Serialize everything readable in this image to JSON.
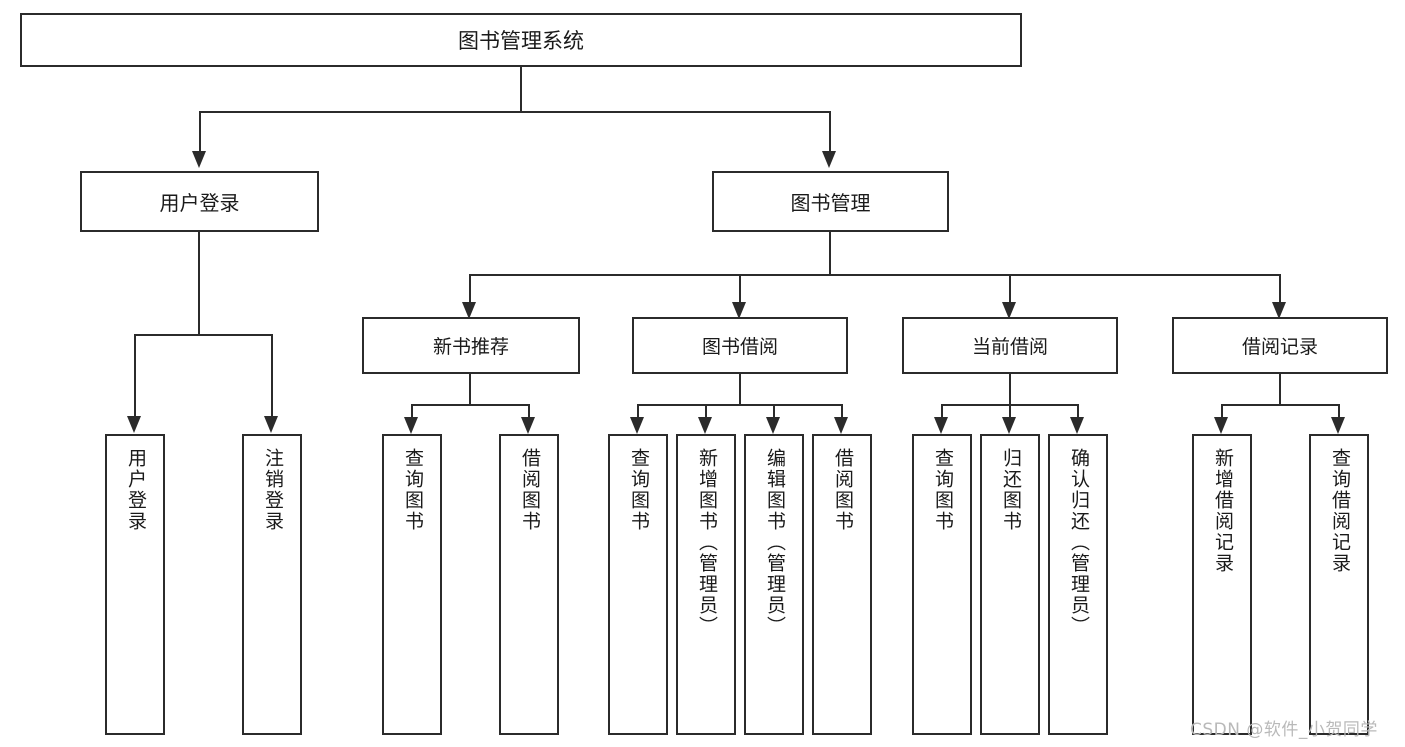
{
  "diagram": {
    "title_node": {
      "label": "图书管理系统"
    },
    "level2": [
      {
        "key": "user_login",
        "label": "用户登录"
      },
      {
        "key": "book_manage",
        "label": "图书管理"
      }
    ],
    "level3": [
      {
        "key": "new_book_rec",
        "label": "新书推荐"
      },
      {
        "key": "book_borrow",
        "label": "图书借阅"
      },
      {
        "key": "current_borrow",
        "label": "当前借阅"
      },
      {
        "key": "borrow_record",
        "label": "借阅记录"
      }
    ],
    "leaves": {
      "user_login": [
        {
          "label": "用户登录"
        },
        {
          "label": "注销登录"
        }
      ],
      "new_book_rec": [
        {
          "label": "查询图书"
        },
        {
          "label": "借阅图书"
        }
      ],
      "book_borrow": [
        {
          "label": "查询图书"
        },
        {
          "label": "新增图书（管理员）"
        },
        {
          "label": "编辑图书（管理员）"
        },
        {
          "label": "借阅图书"
        }
      ],
      "current_borrow": [
        {
          "label": "查询图书"
        },
        {
          "label": "归还图书"
        },
        {
          "label": "确认归还（管理员）"
        }
      ],
      "borrow_record": [
        {
          "label": "新增借阅记录"
        },
        {
          "label": "查询借阅记录"
        }
      ]
    }
  },
  "watermark": {
    "text": "CSDN @软件_小贺同学"
  },
  "colors": {
    "line": "#2b2b2b",
    "box_fill": "#ffffff",
    "text": "#1a1a1a",
    "watermark": "#b9b9b9"
  }
}
